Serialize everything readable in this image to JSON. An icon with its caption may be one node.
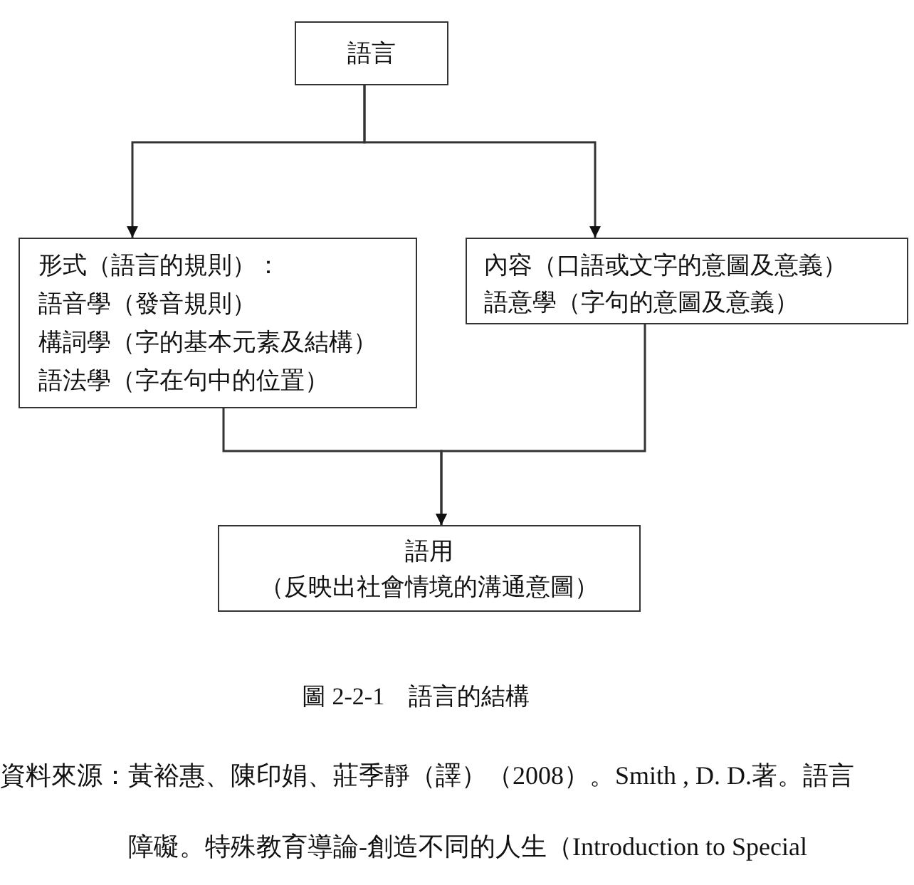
{
  "diagram": {
    "caption": "圖 2-2-1　語言的結構",
    "nodes": [
      {
        "text": [
          "語言"
        ]
      },
      {
        "text": [
          "形式（語言的規則）：",
          "語音學（發音規則）",
          "構詞學（字的基本元素及結構）",
          "語法學（字在句中的位置）"
        ]
      },
      {
        "text": [
          "內容（口語或文字的意圖及意義）",
          "語意學（字句的意圖及意義）"
        ]
      },
      {
        "text": [
          "語用",
          "（反映出社會情境的溝通意圖）"
        ]
      }
    ],
    "edges": [
      {
        "from": 0,
        "to": 1,
        "arrow": "to"
      },
      {
        "from": 0,
        "to": 2,
        "arrow": "to"
      },
      {
        "from": 1,
        "to": 3,
        "arrow": "to"
      },
      {
        "from": 2,
        "to": 3,
        "arrow": "to"
      }
    ],
    "labels": [
      "資料來源：黃裕惠、陳印娟、莊季靜（譯）（2008）。Smith , D. D.著。語言障礙。特殊教育導論-創造不同的人生（Introduction to Special"
    ]
  }
}
